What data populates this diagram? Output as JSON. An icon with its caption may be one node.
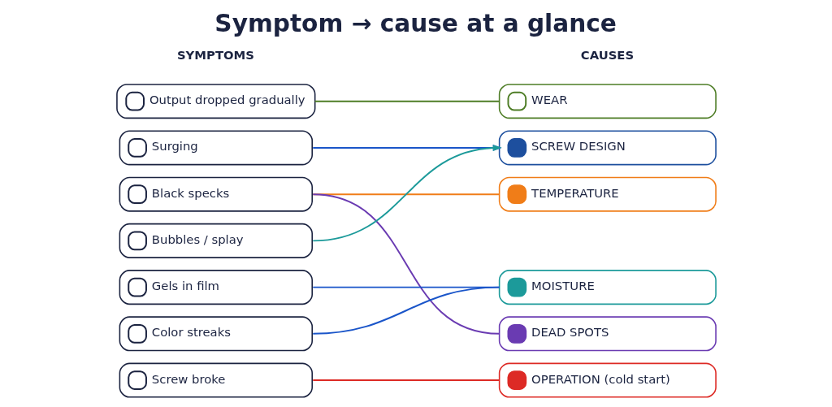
{
  "diagram": {
    "title": "Symptom → cause at a glance",
    "nodes": [
      {
        "text": [
          "Output dropped gradually"
        ]
      },
      {
        "text": [
          "Surging"
        ]
      },
      {
        "text": [
          "Black specks"
        ]
      },
      {
        "text": [
          "Bubbles / splay"
        ]
      },
      {
        "text": [
          "Gels in film"
        ]
      },
      {
        "text": [
          "Color streaks"
        ]
      },
      {
        "text": [
          "Screw broke"
        ]
      },
      {
        "text": [
          "WEAR"
        ]
      },
      {
        "text": [
          "SCREW DESIGN"
        ]
      },
      {
        "text": [
          "TEMPERATURE"
        ]
      },
      {
        "text": [
          "MOISTURE"
        ]
      },
      {
        "text": [
          "DEAD SPOTS"
        ]
      },
      {
        "text": [
          "OPERATION (cold start)"
        ]
      }
    ],
    "edges": [
      {
        "from": 0,
        "to": 7,
        "arrow": "none",
        "color": "#4e7d26"
      },
      {
        "from": 1,
        "to": 8,
        "arrow": "to"
      },
      {
        "from": 2,
        "to": 9,
        "arrow": "none",
        "color": "#f07d18"
      },
      {
        "from": 2,
        "to": 11,
        "arrow": "none",
        "color": "#6a3bb2"
      },
      {
        "from": 3,
        "to": 8,
        "arrow": "to",
        "color": "#1c9a9a"
      },
      {
        "from": 4,
        "to": 10,
        "arrow": "none"
      },
      {
        "from": 5,
        "to": 10,
        "arrow": "none"
      },
      {
        "from": 6,
        "to": 12,
        "arrow": "none",
        "color": "#dd2a25"
      }
    ],
    "labels": [
      "SYMPTOMS",
      "CAUSES"
    ]
  }
}
